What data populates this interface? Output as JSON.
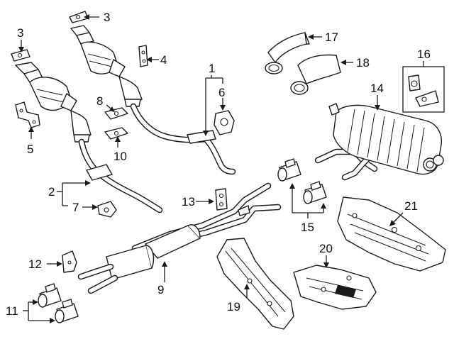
{
  "callouts": [
    "1",
    "2",
    "3",
    "3",
    "4",
    "5",
    "6",
    "7",
    "8",
    "9",
    "10",
    "11",
    "12",
    "13",
    "14",
    "15",
    "16",
    "17",
    "18",
    "19",
    "20",
    "21"
  ],
  "colors": {
    "line": "#1a1a1a",
    "background": "#ffffff"
  }
}
